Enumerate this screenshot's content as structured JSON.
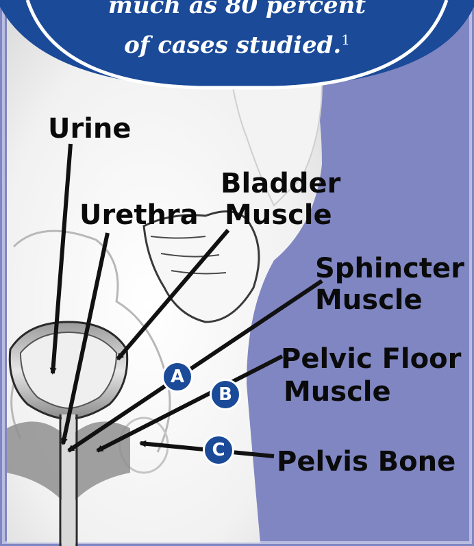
{
  "banner": {
    "line1": "much as 80 percent",
    "line2": "of cases studied.",
    "footnote": "1",
    "color": "#1a4a98"
  },
  "labels": {
    "urine": "Urine",
    "urethra": "Urethra",
    "bladder_muscle_1": "Bladder",
    "bladder_muscle_2": "Muscle",
    "sphincter_muscle_1": "Sphincter",
    "sphincter_muscle_2": "Muscle",
    "pelvic_floor_1": "Pelvic Floor",
    "pelvic_floor_2": "Muscle",
    "pelvis_bone": "Pelvis Bone"
  },
  "badges": {
    "a": "A",
    "b": "B",
    "c": "C"
  },
  "colors": {
    "background": "#7f86c2",
    "badge": "#1a4a98",
    "arrow": "#111111"
  }
}
